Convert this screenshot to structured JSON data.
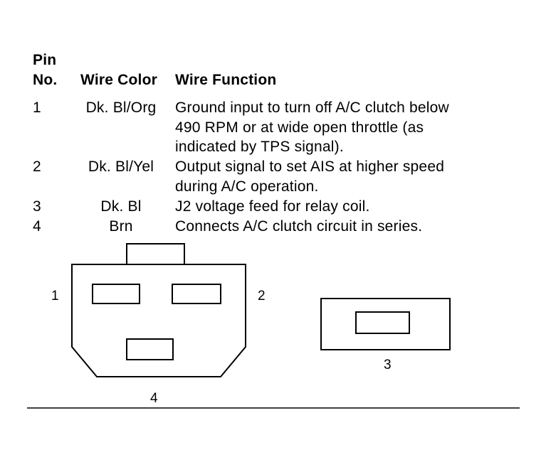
{
  "table": {
    "headers": {
      "pin_no_line1": "Pin",
      "pin_no_line2": "No.",
      "wire_color": "Wire Color",
      "wire_function": "Wire Function"
    },
    "rows": [
      {
        "pin": "1",
        "color": "Dk. Bl/Org",
        "function_lines": [
          "Ground input to turn off A/C clutch below",
          "490 RPM or at wide open throttle (as",
          "indicated by TPS signal)."
        ]
      },
      {
        "pin": "2",
        "color": "Dk. Bl/Yel",
        "function_lines": [
          "Output signal to set AIS at higher speed",
          "during A/C operation."
        ]
      },
      {
        "pin": "3",
        "color": "Dk. Bl",
        "function_lines": [
          "J2 voltage feed for relay coil."
        ]
      },
      {
        "pin": "4",
        "color": "Brn",
        "function_lines": [
          "Connects A/C clutch circuit in series."
        ]
      }
    ]
  },
  "diagram": {
    "connector_a_labels": {
      "pin1": "1",
      "pin2": "2",
      "pin4": "4"
    },
    "connector_b_labels": {
      "pin3": "3"
    }
  }
}
